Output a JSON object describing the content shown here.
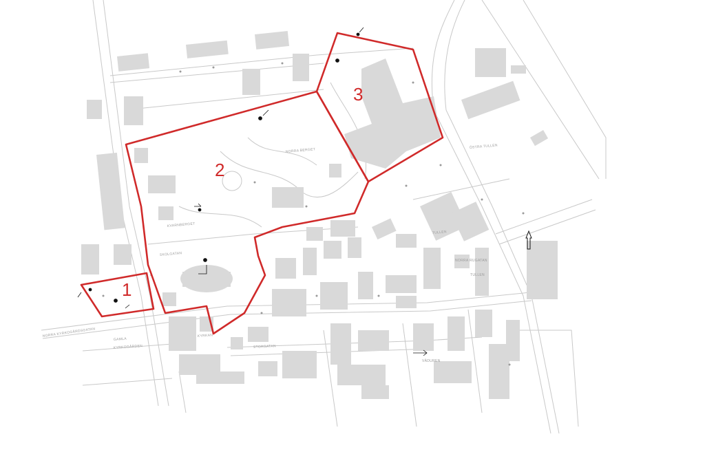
{
  "map": {
    "zones": [
      {
        "id": "1",
        "label": "1"
      },
      {
        "id": "2",
        "label": "2"
      },
      {
        "id": "3",
        "label": "3"
      }
    ],
    "street_labels": [
      {
        "key": "norra_kyrkogardsgatan",
        "text": "NORRA KYRKOGÅRDSGATAN"
      },
      {
        "key": "gamla",
        "text": "GAMLA"
      },
      {
        "key": "kyrkogarden",
        "text": "KYRKOGÅRDEN"
      },
      {
        "key": "kyrkan",
        "text": "KYRKAN"
      },
      {
        "key": "norra_berget",
        "text": "NORRA BERGET"
      },
      {
        "key": "skolgatan",
        "text": "SKOLGATAN"
      },
      {
        "key": "ostra_tullen",
        "text": "ÖSTRA TULLEN"
      },
      {
        "key": "tullen",
        "text": "TULLEN"
      },
      {
        "key": "norra_rugatan",
        "text": "NORRA RUGATAN"
      },
      {
        "key": "sodra_tullen",
        "text": "TULLEN"
      },
      {
        "key": "vaduren",
        "text": "VÄDUREN"
      },
      {
        "key": "kvarnberget",
        "text": "KVARNBERGET"
      },
      {
        "key": "storgatan",
        "text": "STORGATAN"
      }
    ],
    "colors": {
      "boundary": "#d02a2a",
      "building": "#d9d9d9",
      "road_line": "#c8c8c8",
      "label": "#9a9a9a",
      "background": "#ffffff"
    },
    "icons": [
      "north-arrow-icon",
      "survey-point-icon"
    ]
  }
}
